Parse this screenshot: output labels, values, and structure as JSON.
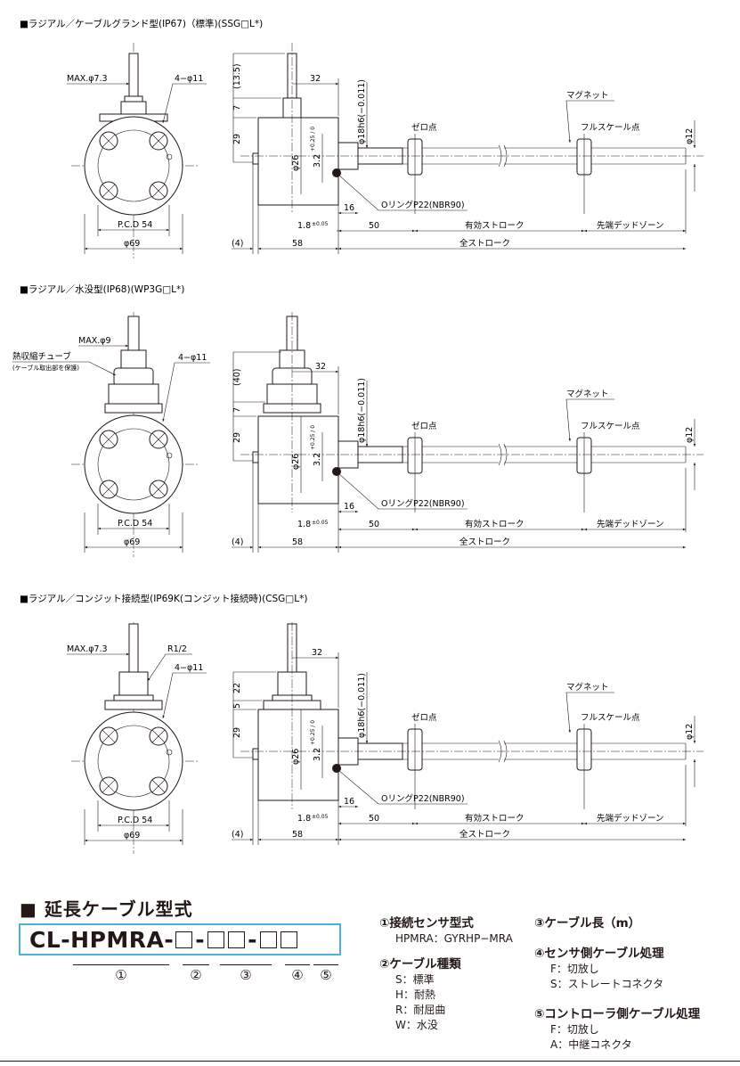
{
  "sections": [
    {
      "title": "■ラジアル／ケーブルグランド型(IP67)（標準)(SSG□L*)",
      "max_label": "MAX.φ7.3",
      "hole_label": "4−φ11",
      "pcd_label": "P.C.D 54",
      "dia69_label": "φ69",
      "side_height_label": "(13.5)",
      "gland_label": "7",
      "body_label": "29",
      "width32_label": "32",
      "rod_label": "φ18h6(−0.011)",
      "zero_label": "ゼロ点",
      "magnet_label": "マグネット",
      "fullscale_label": "フルスケール点",
      "dia12_label": "φ12",
      "dia26_label": "φ26",
      "offset_label": "3.2",
      "offset_tol": "+0.25 / 0",
      "oring_label": "OリングP22(NBR90)",
      "d16_label": "16",
      "d18_label": "1.8",
      "d18_tol": "±0.05",
      "d50_label": "50",
      "stroke_label": "有効ストローク",
      "dead_label": "先端デッドゾーン",
      "d4_label": "(4)",
      "d58_label": "58",
      "full_label": "全ストローク"
    },
    {
      "title": "■ラジアル／水没型(IP68)(WP3G□L*)",
      "max_label": "MAX.φ9",
      "hole_label": "4−φ11",
      "tube_label": "熱収縮チューブ",
      "tube_sub_label": "(ケーブル取出部を保護)",
      "pcd_label": "P.C.D 54",
      "dia69_label": "φ69",
      "side_height_label": "(40)",
      "gland_label": "7",
      "body_label": "29",
      "width32_label": "32",
      "rod_label": "φ18h6(−0.011)",
      "zero_label": "ゼロ点",
      "magnet_label": "マグネット",
      "fullscale_label": "フルスケール点",
      "dia12_label": "φ12",
      "dia26_label": "φ26",
      "offset_label": "3.2",
      "offset_tol": "+0.25 / 0",
      "oring_label": "OリングP22(NBR90)",
      "d16_label": "16",
      "d18_label": "1.8",
      "d18_tol": "±0.05",
      "d50_label": "50",
      "stroke_label": "有効ストローク",
      "dead_label": "先端デッドゾーン",
      "d4_label": "(4)",
      "d58_label": "58",
      "full_label": "全ストローク"
    },
    {
      "title": "■ラジアル／コンジット接続型(IP69K(コンジット接続時)(CSG□L*)",
      "max_label": "MAX.φ7.3",
      "r12_label": "R1/2",
      "hole_label": "4−φ11",
      "pcd_label": "P.C.D 54",
      "dia69_label": "φ69",
      "side_height_label": "22",
      "gland_label": "5",
      "body_label": "29",
      "width32_label": "32",
      "rod_label": "φ18h6(−0.011)",
      "zero_label": "ゼロ点",
      "magnet_label": "マグネット",
      "fullscale_label": "フルスケール点",
      "dia12_label": "φ12",
      "dia26_label": "φ26",
      "offset_label": "3.2",
      "offset_tol": "+0.25 / 0",
      "oring_label": "OリングP22(NBR90)",
      "d16_label": "16",
      "d18_label": "1.8",
      "d18_tol": "±0.05",
      "d50_label": "50",
      "stroke_label": "有効ストローク",
      "dead_label": "先端デッドゾーン",
      "d4_label": "(4)",
      "d58_label": "58",
      "full_label": "全ストローク"
    }
  ],
  "cable": {
    "title": "■ 延長ケーブル型式",
    "model_prefix": "CL-HPMRA-",
    "dash": "-",
    "markers": [
      "①",
      "②",
      "③",
      "④",
      "⑤"
    ],
    "legend": {
      "g1_head": "①接続センサ型式",
      "g1_items": [
        "HPMRA：GYRHP−MRA"
      ],
      "g2_head": "②ケーブル種類",
      "g2_items": [
        "S：標準",
        "H：耐熱",
        "R：耐屈曲",
        "W：水没"
      ],
      "g3_head": "③ケーブル長（m）",
      "g4_head": "④センサ側ケーブル処理",
      "g4_items": [
        "F：切放し",
        "S：ストレートコネクタ"
      ],
      "g5_head": "⑤コントローラ側ケーブル処理",
      "g5_items": [
        "F：切放し",
        "A：中継コネクタ"
      ]
    }
  }
}
